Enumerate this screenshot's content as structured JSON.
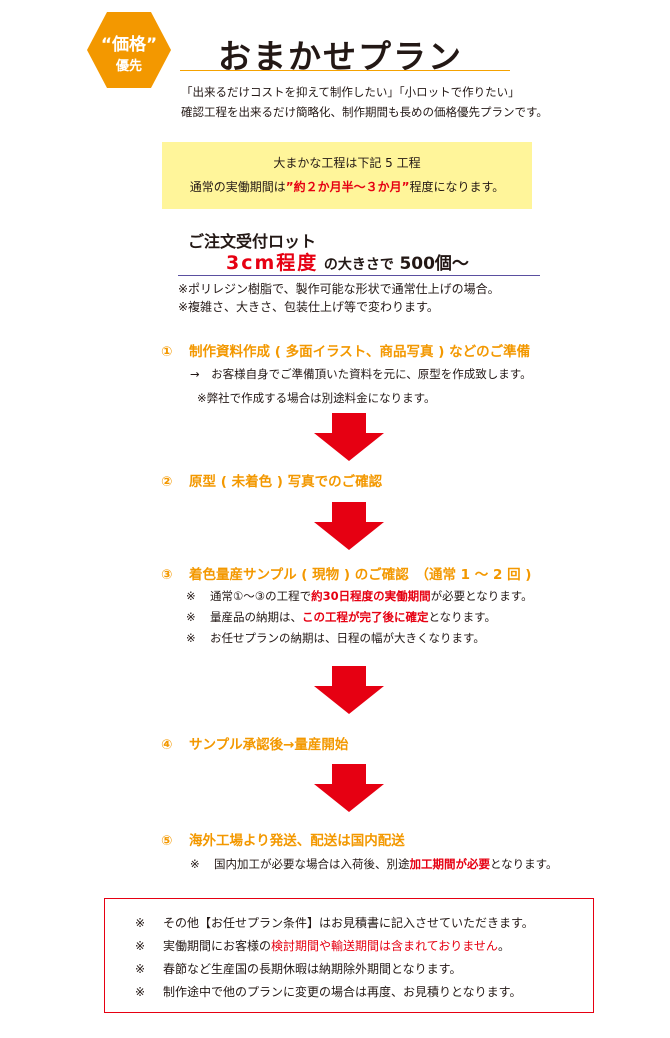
{
  "badge": {
    "line1": "“価格”",
    "line2": "優先"
  },
  "title": "おまかせプラン",
  "intro": [
    "「出来るだけコストを抑えて制作したい」「小ロットで作りたい」",
    "確認工程を出来るだけ簡略化、制作期間も長めの価格優先プランです。"
  ],
  "period_box": {
    "line1": "大まかな工程は下記 5 工程",
    "line2_pre": "通常の実働期間は",
    "line2_highlight": "”約２か月半～３か月”",
    "line2_post": "程度になります。"
  },
  "lot": {
    "title": "ご注文受付ロット",
    "size": "3cm程度",
    "mid": "の大きさで",
    "count": "500個〜"
  },
  "lot_notes": [
    "※ポリレジン樹脂で、製作可能な形状で通常仕上げの場合。",
    "※複雑さ、大きさ、包装仕上げ等で変わります。"
  ],
  "steps": [
    {
      "num": "①",
      "label": "制作資料作成 ( 多面イラスト、商品写真 ) などのご準備",
      "arrow_note": "→　お客様自身でご準備頂いた資料を元に、原型を作成致します。",
      "note": "※弊社で作成する場合は別途料金になります。"
    },
    {
      "num": "②",
      "label": "原型 ( 未着色 ) 写真でのご確認"
    },
    {
      "num": "③",
      "label": "着色量産サンプル ( 現物 ) のご確認　（通常 1 ～ 2 回 )",
      "notes": [
        {
          "mark": "※",
          "pre": "通常①～③の工程で",
          "hl": "約30日程度の実働期間",
          "post": "が必要となります。"
        },
        {
          "mark": "※",
          "pre": "量産品の納期は、",
          "hl": "この工程が完了後に確定",
          "post": "となります。"
        },
        {
          "mark": "※",
          "pre": "お任せプランの納期は、日程の幅が大きくなります。",
          "hl": "",
          "post": ""
        }
      ]
    },
    {
      "num": "④",
      "label": "サンプル承認後→量産開始"
    },
    {
      "num": "⑤",
      "label": "海外工場より発送、配送は国内配送",
      "notes": [
        {
          "mark": "※",
          "pre": "国内加工が必要な場合は入荷後、別途",
          "hl": "加工期間が必要",
          "post": "となります。"
        }
      ]
    }
  ],
  "conditions": [
    {
      "mark": "※",
      "pre": "その他【お任せプラン条件】はお見積書に記入させていただきます。",
      "hl": "",
      "post": ""
    },
    {
      "mark": "※",
      "pre": "実働期間にお客様の",
      "hl": "検討期間や輸送期間は含まれておりません",
      "post": "。"
    },
    {
      "mark": "※",
      "pre": "春節など生産国の長期休暇は納期除外期間となります。",
      "hl": "",
      "post": ""
    },
    {
      "mark": "※",
      "pre": "制作途中で他のプランに変更の場合は再度、お見積りとなります。",
      "hl": "",
      "post": ""
    }
  ],
  "colors": {
    "orange": "#f39800",
    "red": "#e60012",
    "yellow": "#fff59a",
    "navy_rule": "#5a4fa0"
  }
}
